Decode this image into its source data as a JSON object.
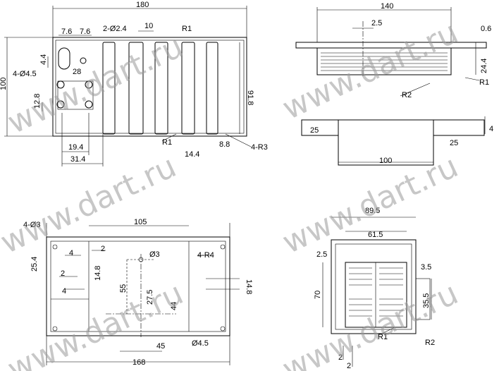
{
  "watermark": "www.dart.ru",
  "top_left": {
    "dims": [
      "180",
      "7.6",
      "7.6",
      "2-Ø2.4",
      "10",
      "R1",
      "4.4",
      "4-Ø4.5",
      "28",
      "100",
      "12.8",
      "91.8",
      "R1",
      "19.4",
      "31.4",
      "14.4",
      "8.8",
      "4-R3"
    ]
  },
  "top_right": {
    "dims": [
      "140",
      "2.5",
      "0.6",
      "24.4",
      "R1",
      "R2",
      "25",
      "4",
      "25",
      "100"
    ]
  },
  "bottom_left": {
    "dims": [
      "4-Ø3",
      "105",
      "4",
      "2",
      "Ø3",
      "4-R4",
      "25.4",
      "14.8",
      "2",
      "4",
      "55",
      "27.5",
      "14.8",
      "44",
      "45",
      "Ø4.5",
      "168"
    ]
  },
  "bottom_right": {
    "dims": [
      "89.5",
      "61.5",
      "2.5",
      "3.5",
      "70",
      "35.5",
      "R1",
      "R2",
      "2",
      "2"
    ]
  },
  "colors": {
    "line": "#000000",
    "watermark": "#9a9a9a"
  }
}
